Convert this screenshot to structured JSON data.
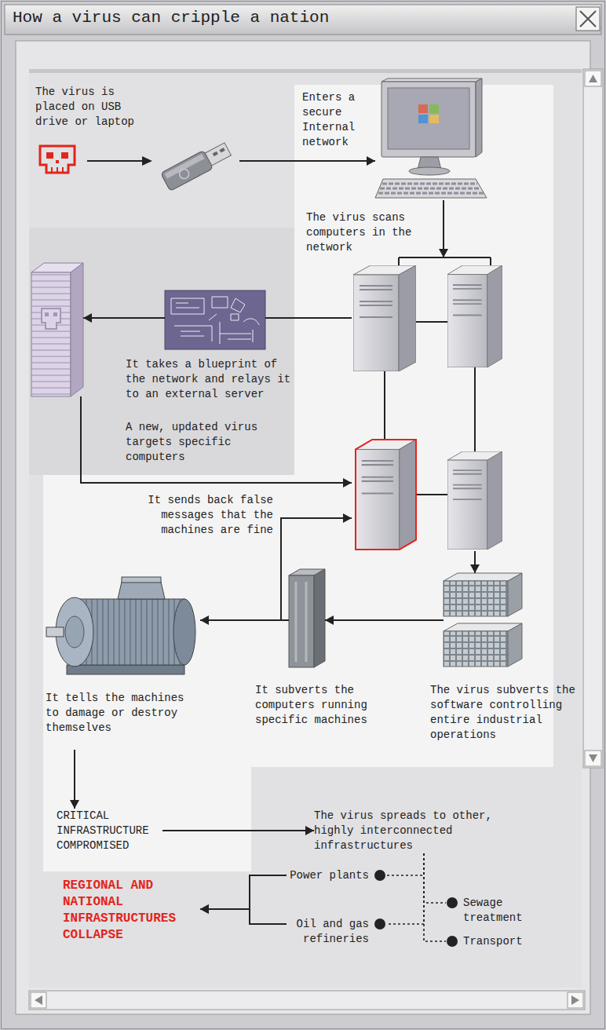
{
  "diagram": {
    "title": "How a virus can cripple a nation",
    "nodes": [
      {
        "text": [
          "The virus is placed on USB drive or laptop"
        ]
      },
      {
        "text": [
          "Enters a secure Internal network"
        ]
      },
      {
        "text": [
          "The virus scans computers in the network"
        ]
      },
      {
        "text": [
          "It takes a blueprint of the network and relays it to an external server"
        ]
      },
      {
        "text": [
          "A new, updated virus targets specific computers"
        ]
      },
      {
        "text": [
          "The virus subverts the software controlling entire industrial operations"
        ]
      },
      {
        "text": [
          "It subverts the computers running specific machines"
        ]
      },
      {
        "text": [
          "It tells the machines to damage or destroy themselves"
        ]
      },
      {
        "text": [
          "CRITICAL INFRASTRUCTURE COMPROMISED"
        ]
      },
      {
        "text": [
          "The virus spreads to other, highly interconnected infrastructures"
        ]
      },
      {
        "text": [
          "Power plants"
        ]
      },
      {
        "text": [
          "Sewage treatment"
        ]
      },
      {
        "text": [
          "Oil and gas refineries"
        ]
      },
      {
        "text": [
          "Transport"
        ]
      },
      {
        "text": [
          "REGIONAL AND NATIONAL INFRASTRUCTURES COLLAPSE"
        ]
      }
    ],
    "edges": [
      {
        "from": 0,
        "to": 1,
        "arrow": "to"
      },
      {
        "from": 1,
        "to": 2,
        "arrow": "to"
      },
      {
        "from": 2,
        "to": 3,
        "arrow": "none"
      },
      {
        "from": 3,
        "to": 4,
        "arrow": "to"
      },
      {
        "from": 4,
        "to": 2,
        "arrow": "to"
      },
      {
        "from": 2,
        "to": 5,
        "arrow": "to"
      },
      {
        "from": 5,
        "to": 6,
        "arrow": "to"
      },
      {
        "from": 6,
        "to": 7,
        "arrow": "to"
      },
      {
        "from": 6,
        "to": 2,
        "arrow": "to",
        "label": "It sends back false messages that the machines are fine"
      },
      {
        "from": 7,
        "to": 8,
        "arrow": "to"
      },
      {
        "from": 8,
        "to": 9,
        "arrow": "to"
      },
      {
        "from": 9,
        "to": 10,
        "arrow": "none"
      },
      {
        "from": 9,
        "to": 11,
        "arrow": "none"
      },
      {
        "from": 9,
        "to": 12,
        "arrow": "none"
      },
      {
        "from": 9,
        "to": 13,
        "arrow": "none"
      },
      {
        "from": 10,
        "to": 14,
        "arrow": "to"
      },
      {
        "from": 12,
        "to": 14,
        "arrow": "to"
      }
    ]
  }
}
